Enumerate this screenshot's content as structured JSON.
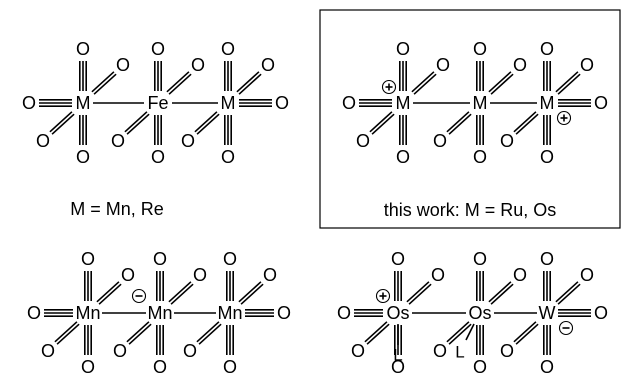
{
  "diagram": {
    "box_caption": "this work: M = Ru, Os",
    "left_caption": "M = Mn, Re",
    "oxygen": "O",
    "ligand": "L",
    "structures": {
      "top_left": [
        "M",
        "Fe",
        "M"
      ],
      "top_right": [
        "M",
        "M",
        "M"
      ],
      "bottom_left": [
        "Mn",
        "Mn",
        "Mn"
      ],
      "bottom_right": [
        "Os",
        "Os",
        "W"
      ]
    },
    "charges": {
      "plus": "+",
      "minus": "−"
    },
    "colors": {
      "ink": "#000000",
      "background": "#ffffff"
    }
  }
}
